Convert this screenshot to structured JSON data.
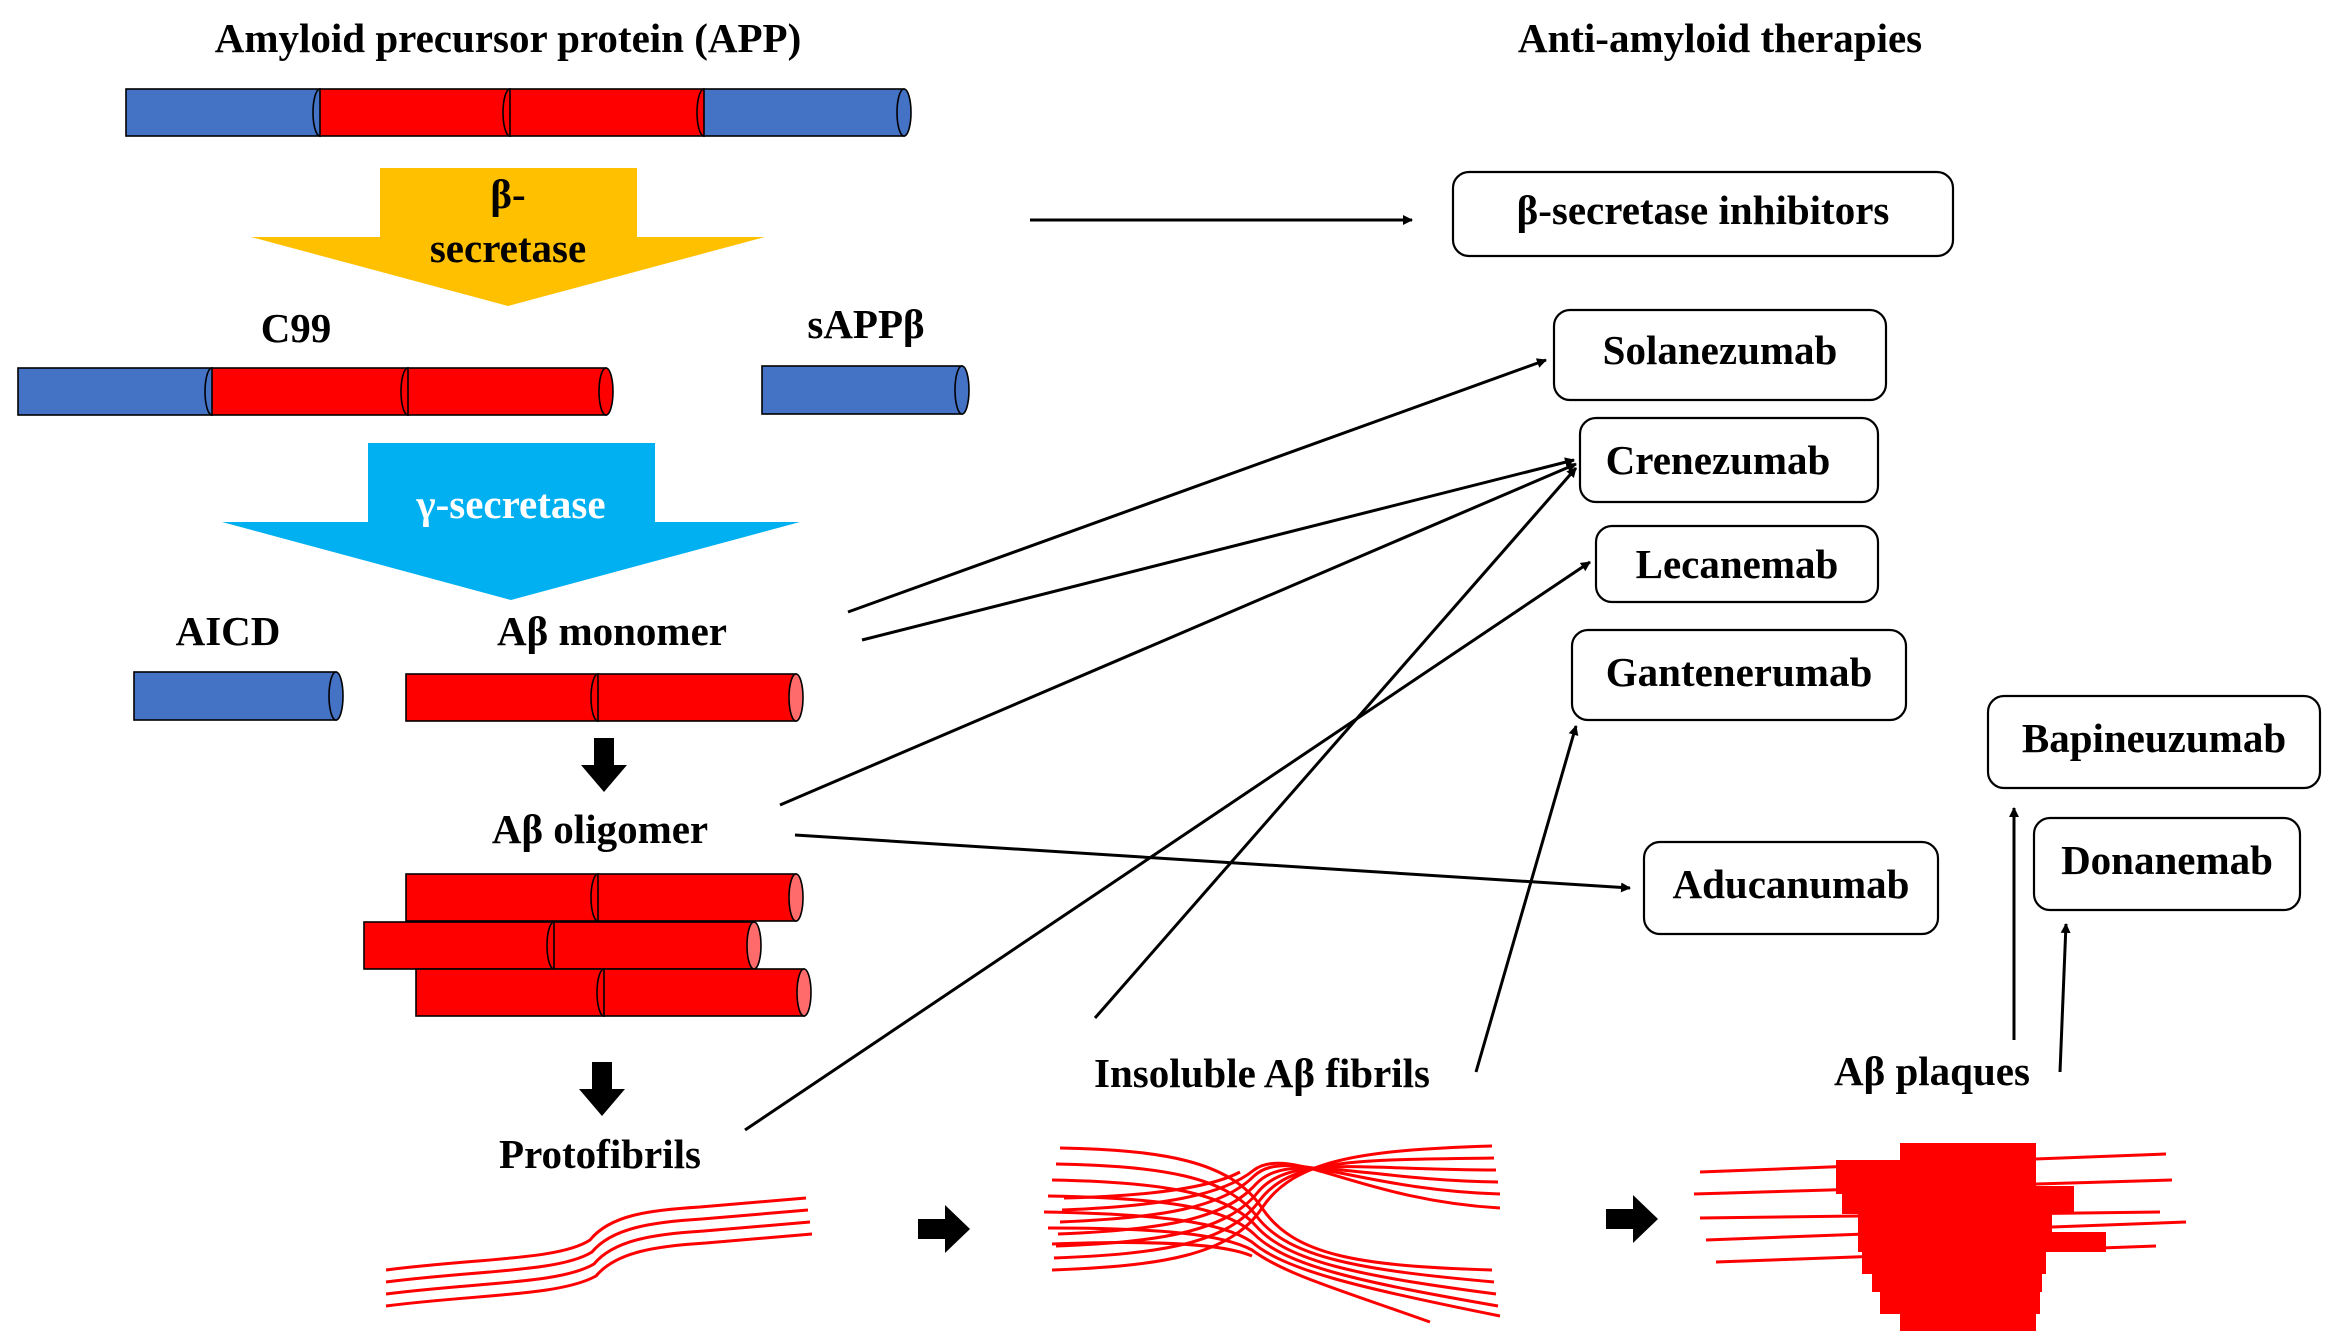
{
  "colors": {
    "blue_segment": "#4472c4",
    "red_segment": "#ff0000",
    "beta_secretase_arrow": "#ffc000",
    "gamma_secretase_arrow": "#00b0f0",
    "gamma_text": "#ffffff"
  },
  "labels": {
    "app": "Amyloid precursor protein (APP)",
    "therapies_heading": "Anti-amyloid therapies",
    "beta_secretase_line1": "β-",
    "beta_secretase_line2": "secretase",
    "c99": "C99",
    "sappb": "sAPPβ",
    "gamma_secretase": "γ-secretase",
    "aicd": "AICD",
    "monomer": "Aβ monomer",
    "oligomer": "Aβ oligomer",
    "protofibrils": "Protofibrils",
    "fibrils": "Insoluble Aβ fibrils",
    "plaques": "Aβ plaques"
  },
  "therapies": {
    "bsi": "β-secretase inhibitors",
    "solanezumab": "Solanezumab",
    "crenezumab": "Crenezumab",
    "lecanemab": "Lecanemab",
    "gantenerumab": "Gantenerumab",
    "bapineuzumab": "Bapineuzumab",
    "aducanumab": "Aducanumab",
    "donanemab": "Donanemab"
  }
}
